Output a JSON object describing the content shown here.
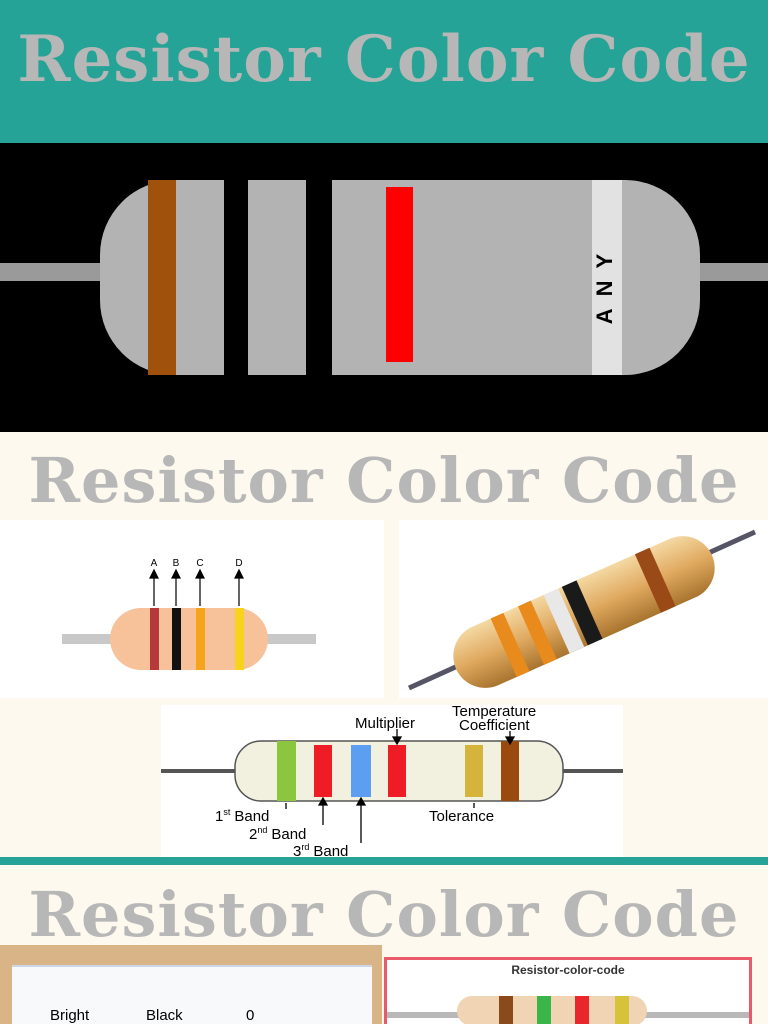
{
  "titles": {
    "top": "Resistor Color Code",
    "middle": "Resistor Color Code",
    "bottom": "Resistor Color Code"
  },
  "photo_marking": "ANY",
  "diagram_letters": [
    "A",
    "B",
    "C",
    "D"
  ],
  "labeled_diagram": {
    "multiplier": "Multiplier",
    "temperature": "Temperature",
    "coefficient": "Coefficient",
    "first_band_num": "1",
    "first_band_sup": "st",
    "first_band_word": "Band",
    "second_band_num": "2",
    "second_band_sup": "nd",
    "second_band_word": "Band",
    "third_band_num": "3",
    "third_band_sup": "rd",
    "third_band_word": "Band",
    "tolerance": "Tolerance"
  },
  "color_table": {
    "row": {
      "mnemonic": "Bright",
      "color": "Black",
      "value": "0"
    }
  },
  "code_panel_title": "Resistor-color-code",
  "colors": {
    "teal": "#24a396",
    "title_gray": "#b7b7b7",
    "cream": "#fdf9ee",
    "panel_border": "#e85a6a"
  }
}
